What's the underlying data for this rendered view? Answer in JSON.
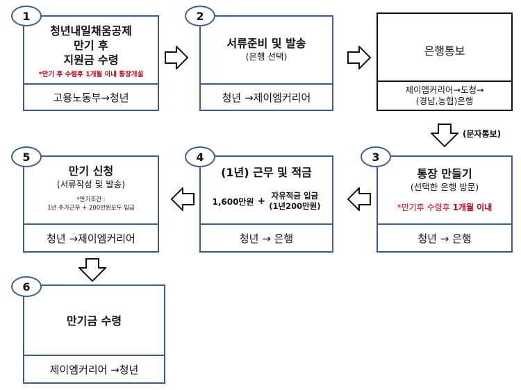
{
  "steps": [
    {
      "number": "1",
      "title_lines": [
        "청년내일채움공제",
        "만기 후",
        "지원금 수령"
      ],
      "note": "*만기 후 수령후 1개월 이내 통장개설",
      "flow": "고용노동부→청년"
    },
    {
      "number": "2",
      "title": "서류준비 및 발송",
      "subtitle": "(은행 선택)",
      "flow": "청년 →제이엠커리어"
    },
    {
      "title": "은행통보",
      "flow_lines": [
        "제이엠커리어→도청→",
        "(경남,농협)은행"
      ]
    },
    {
      "number": "3",
      "title": "통장 만들기",
      "subtitle": "(선택한 은행 방문)",
      "note_prefix": "*만기후 수령후 ",
      "note_bold": "1개월 이내",
      "flow": "청년 → 은행"
    },
    {
      "number": "4",
      "title": "(1년) 근무 및 적금",
      "amount_left": "1,600만원",
      "plus": "+",
      "amount_right_lines": [
        "자유적금 입금",
        "(1년200만원)"
      ],
      "flow": "청년 → 은행"
    },
    {
      "number": "5",
      "title": "만기 신청",
      "subtitle": "(서류작성 및 발송)",
      "condition_lines": [
        "*만기조건 :",
        "1년 추가근무 + 200만원모두 입금"
      ],
      "flow": "청년 →제이엠커리어"
    },
    {
      "number": "6",
      "title": "만기금 수령",
      "flow": "제이엠커리어 →청년"
    }
  ],
  "connector_label": "(문자통보)",
  "colors": {
    "box_border": "#3b5b86",
    "badge_border": "#3f5f8a",
    "note_red": "#c0001a"
  }
}
